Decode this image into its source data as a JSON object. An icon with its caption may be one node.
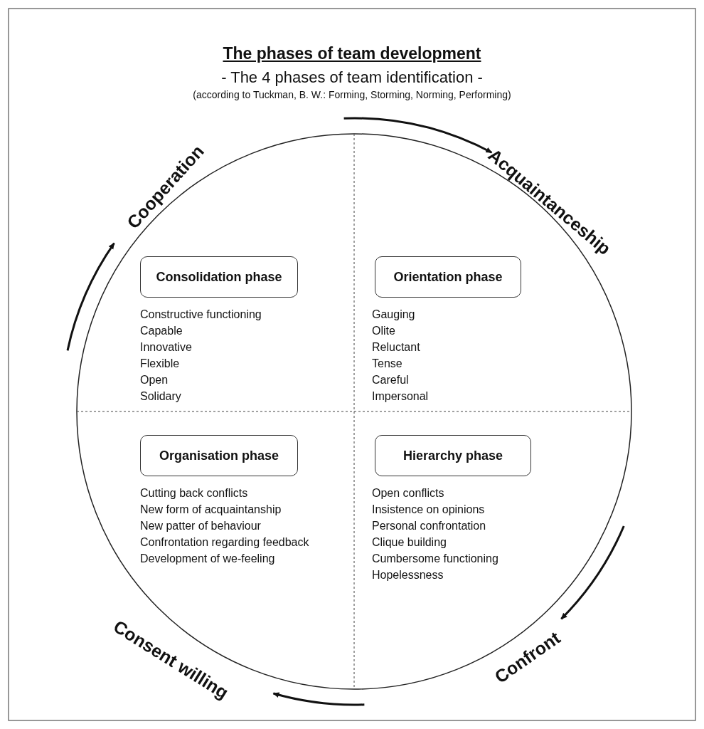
{
  "diagram": {
    "title": "The phases of team development",
    "nodes": [
      {
        "text": [
          "Consolidation phase"
        ],
        "beside": [
          "Constructive functioning",
          "Capable",
          "Innovative",
          "Flexible",
          "Open",
          "Solidary"
        ]
      },
      {
        "text": [
          "Orientation phase"
        ],
        "beside": [
          "Gauging",
          "Olite",
          "Reluctant",
          "Tense",
          "Careful",
          "Impersonal"
        ]
      },
      {
        "text": [
          "Organisation phase"
        ],
        "beside": [
          "Cutting back conflicts",
          "New form of acquaintanship",
          "New patter of behaviour",
          "Confrontation regarding feedback",
          "Development of we-feeling"
        ]
      },
      {
        "text": [
          "Hierarchy phase"
        ],
        "beside": [
          "Open conflicts",
          "Insistence on opinions",
          "Personal confrontation",
          "Clique building",
          "Cumbersome functioning",
          "Hopelessness"
        ]
      }
    ],
    "labels": [
      "- The 4 phases of team identification -",
      "(according to Tuckman, B. W.: Forming, Storming, Norming, Performing)",
      "Cooperation",
      "Acquaintanceship",
      "Consent willing",
      "Confront"
    ]
  }
}
